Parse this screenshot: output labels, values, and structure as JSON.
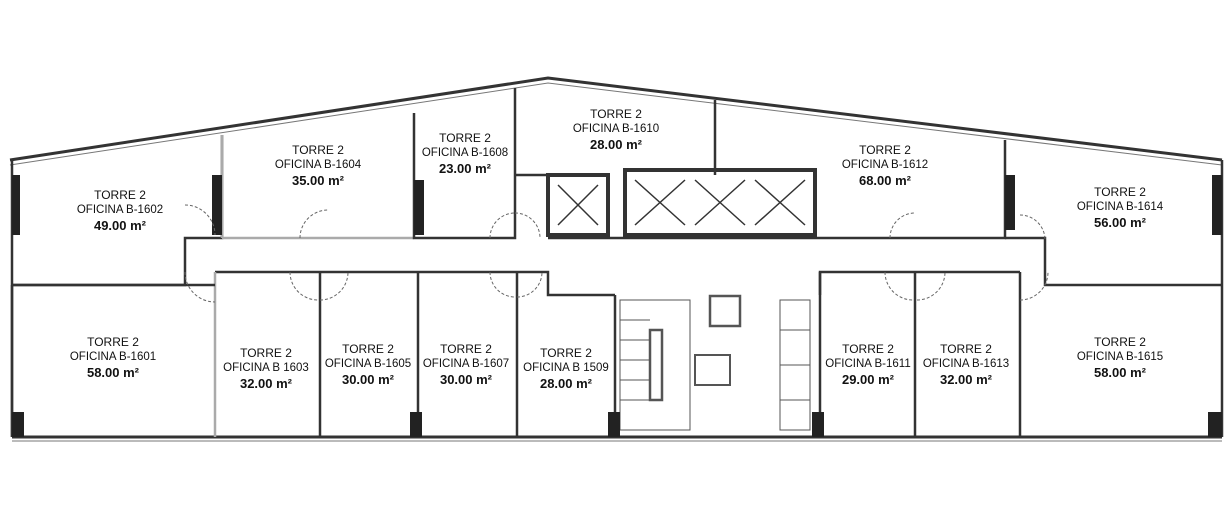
{
  "plan": {
    "units": [
      {
        "id": "1602",
        "tower": "TORRE 2",
        "name": "OFICINA B-1602",
        "area": "49.00 m²"
      },
      {
        "id": "1604",
        "tower": "TORRE 2",
        "name": "OFICINA B-1604",
        "area": "35.00 m²"
      },
      {
        "id": "1608",
        "tower": "TORRE 2",
        "name": "OFICINA B-1608",
        "area": "23.00 m²"
      },
      {
        "id": "1610",
        "tower": "TORRE 2",
        "name": "OFICINA B-1610",
        "area": "28.00 m²"
      },
      {
        "id": "1612",
        "tower": "TORRE 2",
        "name": "OFICINA B-1612",
        "area": "68.00 m²"
      },
      {
        "id": "1614",
        "tower": "TORRE 2",
        "name": "OFICINA B-1614",
        "area": "56.00 m²"
      },
      {
        "id": "1601",
        "tower": "TORRE 2",
        "name": "OFICINA B-1601",
        "area": "58.00 m²"
      },
      {
        "id": "1603",
        "tower": "TORRE 2",
        "name": "OFICINA B 1603",
        "area": "32.00 m²"
      },
      {
        "id": "1605",
        "tower": "TORRE 2",
        "name": "OFICINA B-1605",
        "area": "30.00 m²"
      },
      {
        "id": "1607",
        "tower": "TORRE 2",
        "name": "OFICINA B-1607",
        "area": "30.00 m²"
      },
      {
        "id": "1509",
        "tower": "TORRE 2",
        "name": "OFICINA B 1509",
        "area": "28.00 m²"
      },
      {
        "id": "1611",
        "tower": "TORRE 2",
        "name": "OFICINA B-1611",
        "area": "29.00 m²"
      },
      {
        "id": "1613",
        "tower": "TORRE 2",
        "name": "OFICINA B-1613",
        "area": "32.00 m²"
      },
      {
        "id": "1615",
        "tower": "TORRE 2",
        "name": "OFICINA B-1615",
        "area": "58.00 m²"
      }
    ],
    "colors": {
      "wall": "#333333",
      "light_wall": "#aaaaaa",
      "column": "#222222"
    }
  }
}
